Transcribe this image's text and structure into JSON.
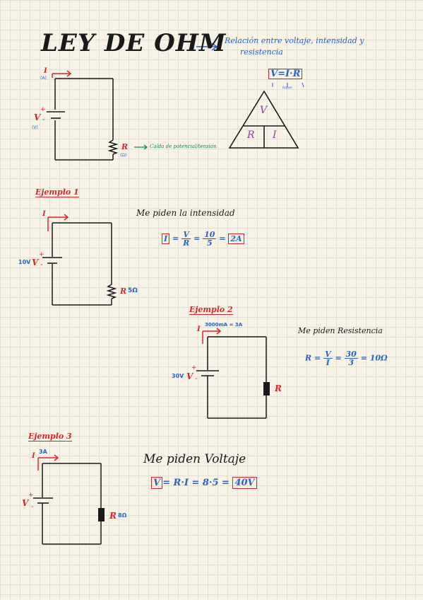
{
  "header": {
    "title": "LEY DE OHM",
    "subtitle_line1": "Relación entre voltaje, intensidad y",
    "subtitle_line2": "resistencia"
  },
  "intro": {
    "current_symbol": "I",
    "current_unit": "(A)",
    "voltage_symbol": "V",
    "voltage_unit": "(V)",
    "plus": "+",
    "minus": "-",
    "resistor_symbol": "R",
    "resistor_unit": "(Ω)",
    "resistor_note": "Caída de potencial/tensión",
    "formula": "V=I·R",
    "formula_note": "tapas",
    "triangle": {
      "top": "V",
      "left": "R",
      "right": "I"
    }
  },
  "example1": {
    "title": "Ejemplo 1",
    "current_symbol": "I",
    "voltage_value": "10V",
    "voltage_symbol": "V",
    "plus": "+",
    "minus": "-",
    "resistor_symbol": "R",
    "resistor_value": "5Ω",
    "prompt": "Me piden la intensidad",
    "eq_lhs": "I",
    "eq_frac1_num": "V",
    "eq_frac1_den": "R",
    "eq_frac2_num": "10",
    "eq_frac2_den": "5",
    "eq_result": "2A",
    "equals": "="
  },
  "example2": {
    "title": "Ejemplo 2",
    "current_symbol": "I",
    "current_value": "3000mA = 3A",
    "voltage_value": "30V",
    "voltage_symbol": "V",
    "plus": "+",
    "minus": "-",
    "resistor_symbol": "R",
    "prompt": "Me piden Resistencia",
    "eq_lhs": "R",
    "eq_frac1_num": "V",
    "eq_frac1_den": "I",
    "eq_frac2_num": "30",
    "eq_frac2_den": "3",
    "eq_result": "10Ω",
    "equals": "="
  },
  "example3": {
    "title": "Ejemplo 3",
    "current_symbol": "I",
    "current_value": "3A",
    "voltage_symbol": "V",
    "plus": "+",
    "minus": "-",
    "resistor_symbol": "R",
    "resistor_value": "8Ω",
    "prompt": "Me piden Voltaje",
    "eq_lhs": "V",
    "eq_middle": "R·I = 8·5 =",
    "eq_result": "40V",
    "equals": "="
  }
}
